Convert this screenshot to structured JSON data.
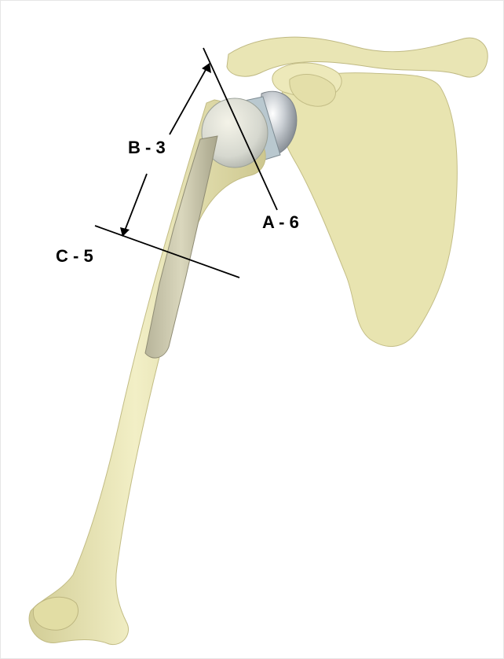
{
  "labels": {
    "a": "A - 6",
    "b": "B - 3",
    "c": "C - 5"
  },
  "colors": {
    "bone": "#ece8b8",
    "bone_shadow": "#c9c48e",
    "bone_highlight": "#f7f4d6",
    "implant_metal": "#c6cace",
    "implant_dark": "#8e959b",
    "implant_blue": "#9fb2bd",
    "line": "#000000"
  }
}
